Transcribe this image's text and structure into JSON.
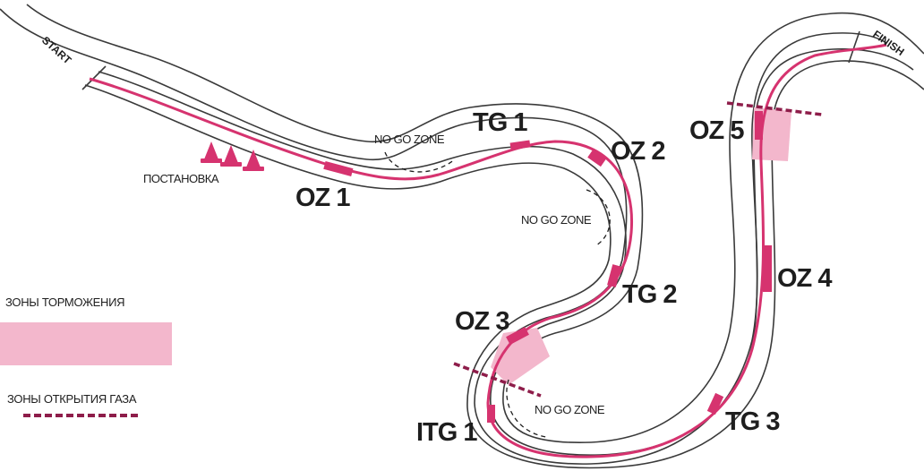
{
  "track": {
    "start_label": "START",
    "finish_label": "FINISH",
    "setup_label": "ПОСТАНОВКА",
    "no_go_zones": [
      "NO GO ZONE",
      "NO GO ZONE",
      "NO GO ZONE"
    ],
    "gas_open_zones": [
      "OZ 1",
      "OZ 2",
      "OZ 3",
      "OZ 4",
      "OZ 5"
    ],
    "braking_zones": [
      "TG 1",
      "TG 2",
      "TG 3",
      "ITG 1"
    ]
  },
  "legend": {
    "braking_title": "ЗОНЫ ТОРМОЖЕНИЯ",
    "gas_title": "ЗОНЫ ОТКРЫТИЯ ГАЗА"
  },
  "colors": {
    "racing_line": "#d6336f",
    "braking_fill": "#f3b7cc",
    "gas_marker": "#8e1d4a",
    "track_edge": "#3a3a3a",
    "cone": "#d6336f"
  }
}
